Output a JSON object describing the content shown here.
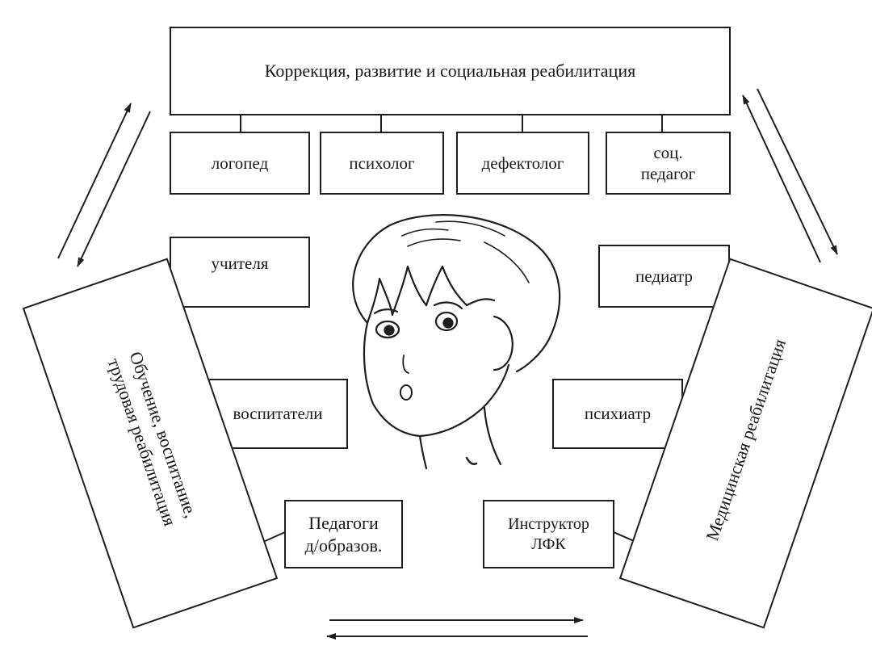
{
  "top": {
    "title": "Коррекция,  развитие и социальная реабилитация",
    "specialists": [
      {
        "label": "логопед"
      },
      {
        "label": "психолог"
      },
      {
        "label": "дефектолог"
      },
      {
        "label_line1": "соц.",
        "label_line2": "педагог"
      }
    ]
  },
  "left": {
    "line1": "Обучение, воспитание,",
    "line2": "трудовая реабилитация",
    "specialists": [
      {
        "label": "учителя"
      },
      {
        "label": "воспитатели"
      },
      {
        "label_line1": "Педагоги",
        "label_line2": "д/образов."
      }
    ]
  },
  "right": {
    "title": "Медицинская реабилитация",
    "specialists": [
      {
        "label": "педиатр"
      },
      {
        "label": "психиатр"
      },
      {
        "label_line1": "Инструктор",
        "label_line2": "ЛФК"
      }
    ]
  },
  "center": {
    "image": "child-face-drawing"
  }
}
